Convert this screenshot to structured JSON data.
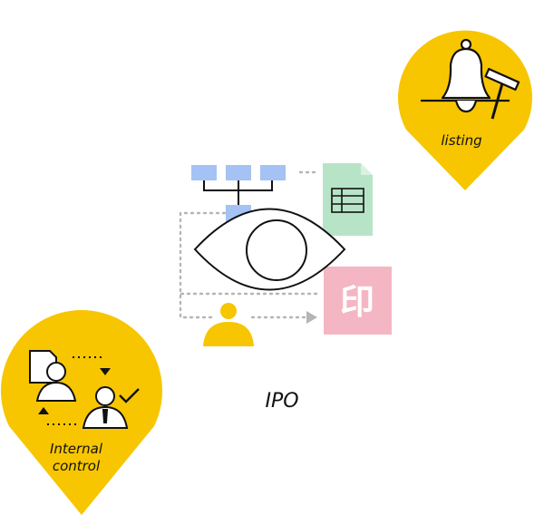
{
  "colors": {
    "accent_yellow": "#f7c600",
    "org_blue": "#a4c2f4",
    "doc_green": "#b7e4c7",
    "seal_pink": "#f4b6c2",
    "line_dark": "#111111",
    "dotted_grey": "#b5b5b5"
  },
  "center": {
    "label": "IPO"
  },
  "pins": {
    "listing": {
      "label": "listing",
      "icons": [
        "bell-icon",
        "gavel-icon"
      ]
    },
    "internal_control": {
      "label_line1": "Internal",
      "label_line2": "control",
      "icons": [
        "document-person-icon",
        "approver-person-icon",
        "checkmark-icon"
      ]
    }
  },
  "diagram": {
    "icons": [
      "org-chart-icon",
      "eye-icon",
      "spreadsheet-document-icon",
      "seal-stamp-icon",
      "person-icon"
    ],
    "seal_glyph": "印"
  }
}
